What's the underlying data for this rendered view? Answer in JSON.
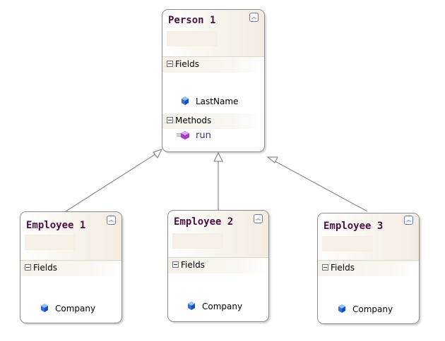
{
  "diagram": {
    "person": {
      "title": "Person 1",
      "fields_label": "Fields",
      "field": "LastName",
      "methods_label": "Methods",
      "method": "run"
    },
    "employees": [
      {
        "title": "Employee 1",
        "fields_label": "Fields",
        "field": "Company"
      },
      {
        "title": "Employee 2",
        "fields_label": "Fields",
        "field": "Company"
      },
      {
        "title": "Employee 3",
        "fields_label": "Fields",
        "field": "Company"
      }
    ],
    "colors": {
      "title_text": "#4a0f45",
      "border": "#8c8c8c",
      "connector": "#8a8a8a",
      "field_icon": "#2f6fd6",
      "method_icon": "#a040c0"
    },
    "icons": {
      "collapse": "double-chevron-up-icon",
      "section_toggle": "minus-box-icon",
      "field": "field-cube-icon",
      "method": "method-cube-icon"
    }
  }
}
